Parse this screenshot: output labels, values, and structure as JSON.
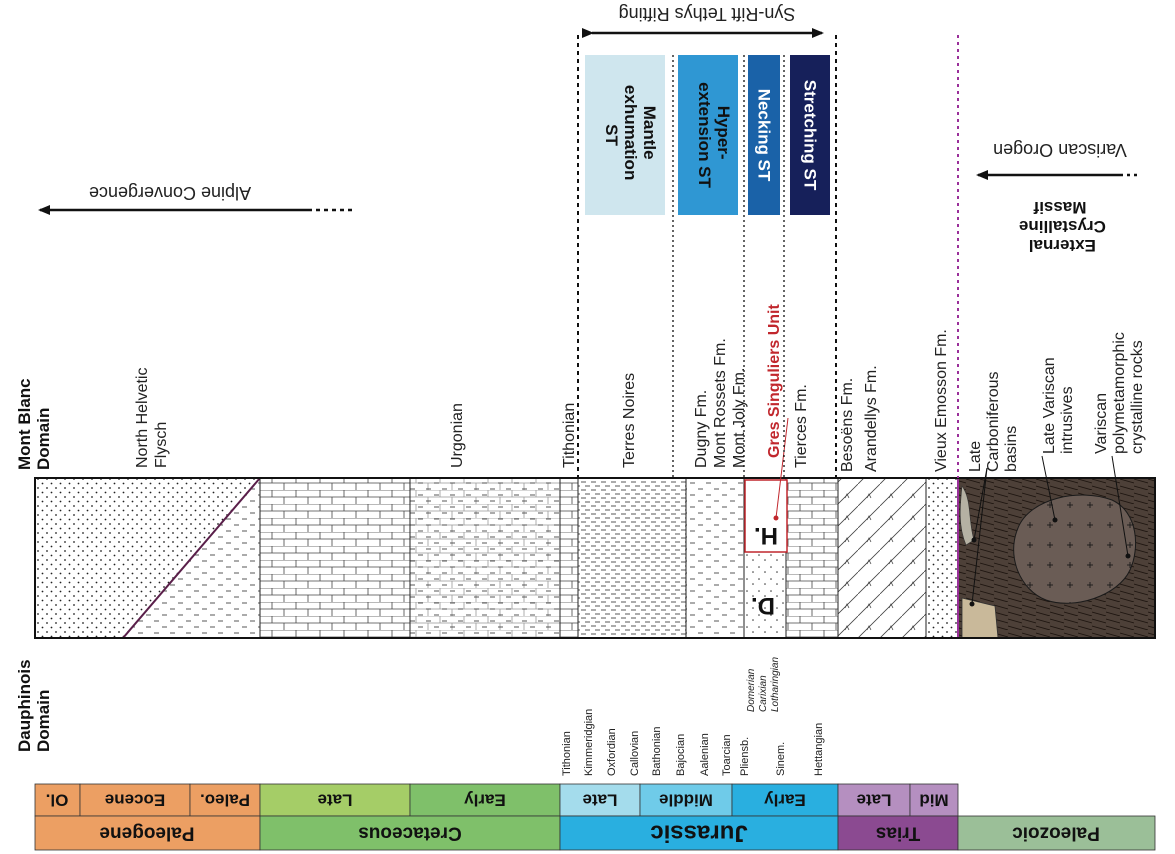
{
  "headers": {
    "dauphinois": [
      "Dauphinois",
      "Domain"
    ],
    "mont_blanc": [
      "Mont Blanc",
      "Domain"
    ]
  },
  "formations": {
    "north_helvetic": [
      "North Helvetic",
      "Flysch"
    ],
    "urgonian": "Urgonian",
    "tithonian": "Tithonian",
    "terres_noires": "Terres Noires",
    "dugny": "Dugny Fm.",
    "mont_rossets": "Mont Rossets Fm.",
    "mont_joly": "Mont Joly Fm.",
    "gres_singuliers": "Gres Singuliers Unit",
    "tierces": "Tierces Fm.",
    "besoens": "Besoëns Fm.",
    "arandellys": "Arandellys Fm.",
    "vieux_emosson": "Vieux Emosson Fm.",
    "late_carboniferous": [
      "Late",
      "Carboniferous",
      "basins"
    ],
    "late_variscan": [
      "Late Variscan",
      "intrusives"
    ],
    "variscan_poly": [
      "Variscan",
      "polymetamorphic",
      "crystalline rocks"
    ]
  },
  "column_letters": {
    "d": "D.",
    "h": "H."
  },
  "stages": {
    "upper": [
      "Tithonian",
      "Kimmeridgian",
      "Oxfordian",
      "Callovian",
      "Bathonian",
      "Bajocian",
      "Aalenian",
      "Toarcian",
      "Pliensb.",
      "Sinem.",
      "Hettangian"
    ],
    "pliensb_sub": [
      "Domerian",
      "Carixian"
    ],
    "sinem_sub": "Lotharingian"
  },
  "timescale": {
    "eras": [
      "Paleogene",
      "Cretaceous",
      "Jurassic",
      "Trias",
      "Paleozoic"
    ],
    "epochs": [
      "Ol.",
      "Eocene",
      "Paleo.",
      "Late",
      "Early",
      "Late",
      "Middle",
      "Early",
      "Late",
      "Mid"
    ]
  },
  "tectonics": {
    "syn_rift": "Syn-Rift Tethys Rifting",
    "alpine": "Alpine Convergence",
    "variscan_orogen": "Variscan Orogen",
    "ecm": [
      "External",
      "Crystalline",
      "Massif"
    ],
    "stages": [
      {
        "label": [
          "Mantle",
          "exhumation",
          "ST"
        ],
        "color": "#cfe6ee"
      },
      {
        "label": [
          "Hyper-",
          "extension ST"
        ],
        "color": "#2f97d3"
      },
      {
        "label": [
          "Necking ST"
        ],
        "color": "#1a62a8"
      },
      {
        "label": [
          "Stretching ST"
        ],
        "color": "#16205a"
      }
    ]
  },
  "colors": {
    "paleogene": "#ec9f63",
    "cretaceous": "#7fc06a",
    "cretaceous_light": "#a5cd67",
    "jurassic": "#29afe0",
    "jurassic_late": "#a4dcec",
    "jurassic_mid": "#6fcbe9",
    "trias": "#8b4a91",
    "trias_light": "#b58fc0",
    "paleozoic": "#9bbf98",
    "red_unit": "#c1272d",
    "variscan_line": "#9a2f9a"
  }
}
